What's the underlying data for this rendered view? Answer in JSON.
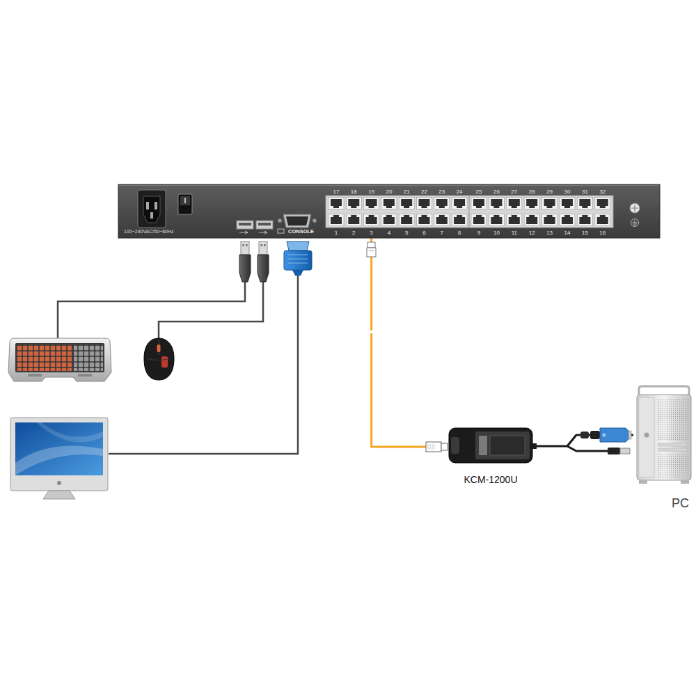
{
  "diagram": {
    "nodes": [
      {
        "text": [
          "100~240VAC/50~60Hz",
          "CONSOLE"
        ]
      },
      {
        "text": [
          "KCM-1200U"
        ]
      },
      {
        "text": [
          "PC"
        ]
      }
    ],
    "edges": [
      {
        "from": 0,
        "to": 1,
        "arrow": "none"
      },
      {
        "from": 1,
        "to": 2,
        "arrow": "none"
      }
    ],
    "labels": [
      "17",
      "18",
      "19",
      "20",
      "21",
      "22",
      "23",
      "24",
      "25",
      "26",
      "27",
      "28",
      "29",
      "30",
      "31",
      "32",
      "1",
      "2",
      "3",
      "4",
      "5",
      "6",
      "7",
      "8",
      "9",
      "10",
      "11",
      "12",
      "13",
      "14",
      "15",
      "16"
    ]
  }
}
